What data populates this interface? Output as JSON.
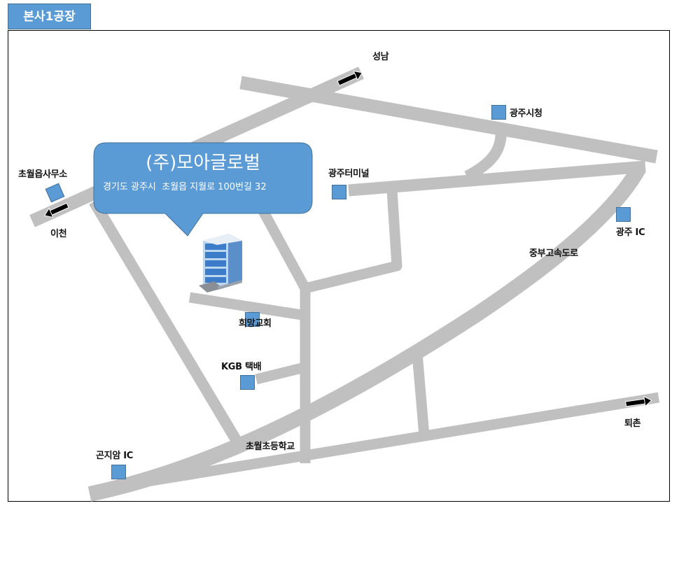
{
  "tab": {
    "label": "본사1공장"
  },
  "company": {
    "name": "(주)모아글로벌",
    "address": "경기도 광주시  초월읍 지월로 100번길 32"
  },
  "places": {
    "seongnam": "성남",
    "gwangju_city_hall": "광주시청",
    "chowol_office": "초월읍사무소",
    "icheon": "이천",
    "gwangju_terminal": "광주터미널",
    "gwangju_ic": "광주 IC",
    "jungbu_expressway": "중부고속도로",
    "huimang_church": "희망교회",
    "kgb_delivery": "KGB 택배",
    "gonjiam_ic": "곤지암 IC",
    "chowol_elementary": "초월초등학교",
    "toechon": "퇴촌"
  },
  "colors": {
    "road": "#c0c0c0",
    "marker": "#5b9bd5",
    "callout": "#5b9bd5",
    "arrow": "#000000"
  }
}
